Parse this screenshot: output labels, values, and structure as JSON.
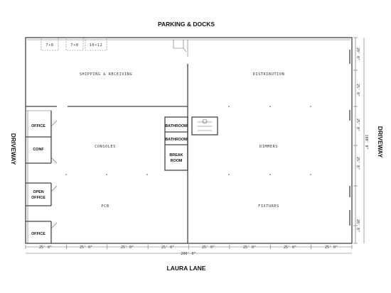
{
  "streets": {
    "top": "PARKING & DOCKS",
    "bottom": "LAURA LANE",
    "left": "DRIVEWAY",
    "right": "DRIVEWAY"
  },
  "rooms": {
    "shipping": "SHIPPING & RECEIVING",
    "distribution": "DISTRIBUTION",
    "consoles": "CONSOLES",
    "dimmers": "DIMMERS",
    "pcb": "PCB",
    "fixtures": "FIXTURES",
    "bathroom_1": "BATHROOM",
    "bathroom_2": "BATHROOM",
    "break_line1": "BREAK",
    "break_line2": "ROOM",
    "office_top": "OFFICE",
    "conf": "CONF",
    "open_line1": "OPEN",
    "open_line2": "OFFICE",
    "office_bottom": "OFFICE"
  },
  "docks": [
    "7×8",
    "7×8",
    "10×12"
  ],
  "dimensions": {
    "bottom_bays": [
      "25' 0\"",
      "25' 0\"",
      "25' 0\"",
      "25' 0\"",
      "25' 0\"",
      "25' 0\"",
      "25' 0\"",
      "25' 0\""
    ],
    "bottom_total": "200' 0\"",
    "right_bays": [
      "20' 0\"",
      "25' 0\"",
      "25' 0\"",
      "25' 0\"",
      "20' 0\""
    ],
    "right_total": "100' 0\""
  }
}
